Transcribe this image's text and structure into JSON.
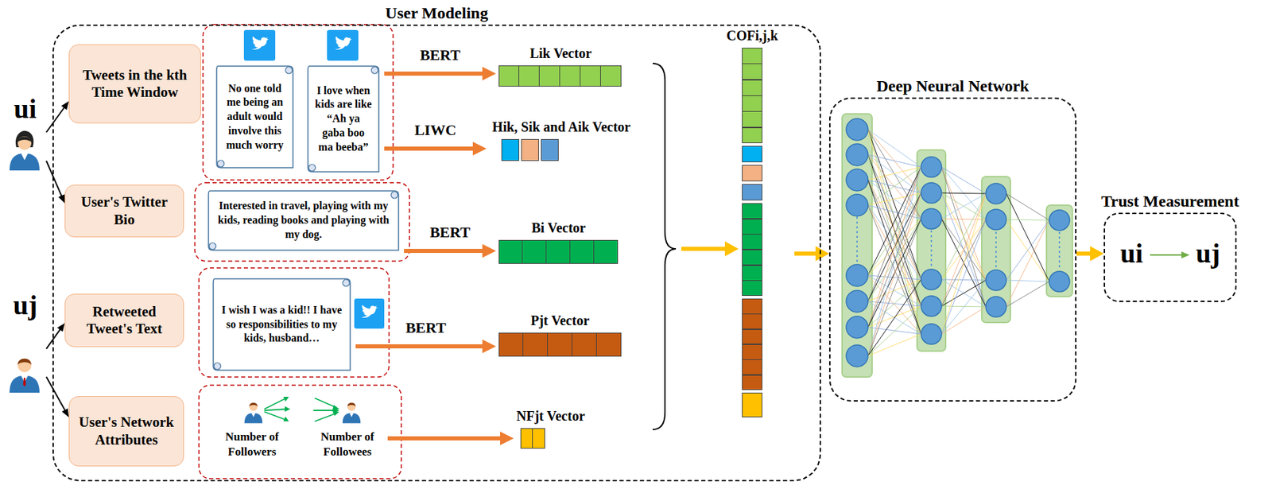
{
  "diagram": {
    "nodes": [
      {
        "text": [
          "User Modeling"
        ]
      },
      {
        "text": [
          "ui"
        ]
      },
      {
        "text": [
          "uj"
        ]
      },
      {
        "text": [
          "Tweets in the kth Time Window"
        ],
        "in": 0
      },
      {
        "text": [
          "User's Twitter Bio"
        ],
        "in": 0
      },
      {
        "text": [
          "Retweeted Tweet's Text"
        ],
        "in": 0
      },
      {
        "text": [
          "User's Network Attributes"
        ],
        "in": 0
      },
      {
        "text": [
          "No one told me being an adult would involve this much worry"
        ],
        "in": 0
      },
      {
        "text": [
          "I love when kids are like “Ah ya gaba boo ma beeba”"
        ],
        "in": 0
      },
      {
        "text": [
          "Interested in travel, playing with my kids, reading books and playing with my dog."
        ],
        "in": 0
      },
      {
        "text": [
          "I wish I was a kid!! I have so responsibilities to my kids, husband…"
        ],
        "in": 0
      },
      {
        "text": [
          "Number of Followers"
        ],
        "in": 0
      },
      {
        "text": [
          "Number of Followees"
        ],
        "in": 0
      },
      {
        "text": [
          "Lik Vector"
        ],
        "in": 0
      },
      {
        "text": [
          "Hik, Sik and Aik Vector"
        ],
        "in": 0
      },
      {
        "text": [
          "Bi Vector"
        ],
        "in": 0
      },
      {
        "text": [
          "Pjt Vector"
        ],
        "in": 0
      },
      {
        "text": [
          "NFjt Vector"
        ],
        "in": 0
      },
      {
        "text": [
          "COFi,j,k"
        ],
        "in": 0
      },
      {
        "text": [
          "Deep Neural Network"
        ]
      },
      {
        "text": [
          "Trust Measurement"
        ]
      },
      {
        "text": [
          "ui"
        ],
        "in": 20
      },
      {
        "text": [
          "uj"
        ],
        "in": 20
      }
    ],
    "edges": [
      {
        "from": 1,
        "to": 3,
        "arrow": "to"
      },
      {
        "from": 1,
        "to": 4,
        "arrow": "to"
      },
      {
        "from": 2,
        "to": 5,
        "arrow": "to"
      },
      {
        "from": 2,
        "to": 6,
        "arrow": "to"
      },
      {
        "from": 8,
        "to": 13,
        "label": "BERT",
        "arrow": "to"
      },
      {
        "from": 8,
        "to": 14,
        "label": "LIWC",
        "arrow": "to"
      },
      {
        "from": 9,
        "to": 15,
        "label": "BERT",
        "arrow": "to"
      },
      {
        "from": 10,
        "to": 16,
        "label": "BERT",
        "arrow": "to"
      },
      {
        "from": 12,
        "to": 17,
        "arrow": "to"
      },
      {
        "from": 18,
        "to": 19,
        "arrow": "to"
      },
      {
        "from": 19,
        "to": 20,
        "arrow": "to"
      },
      {
        "from": 21,
        "to": 22,
        "arrow": "to"
      }
    ]
  }
}
